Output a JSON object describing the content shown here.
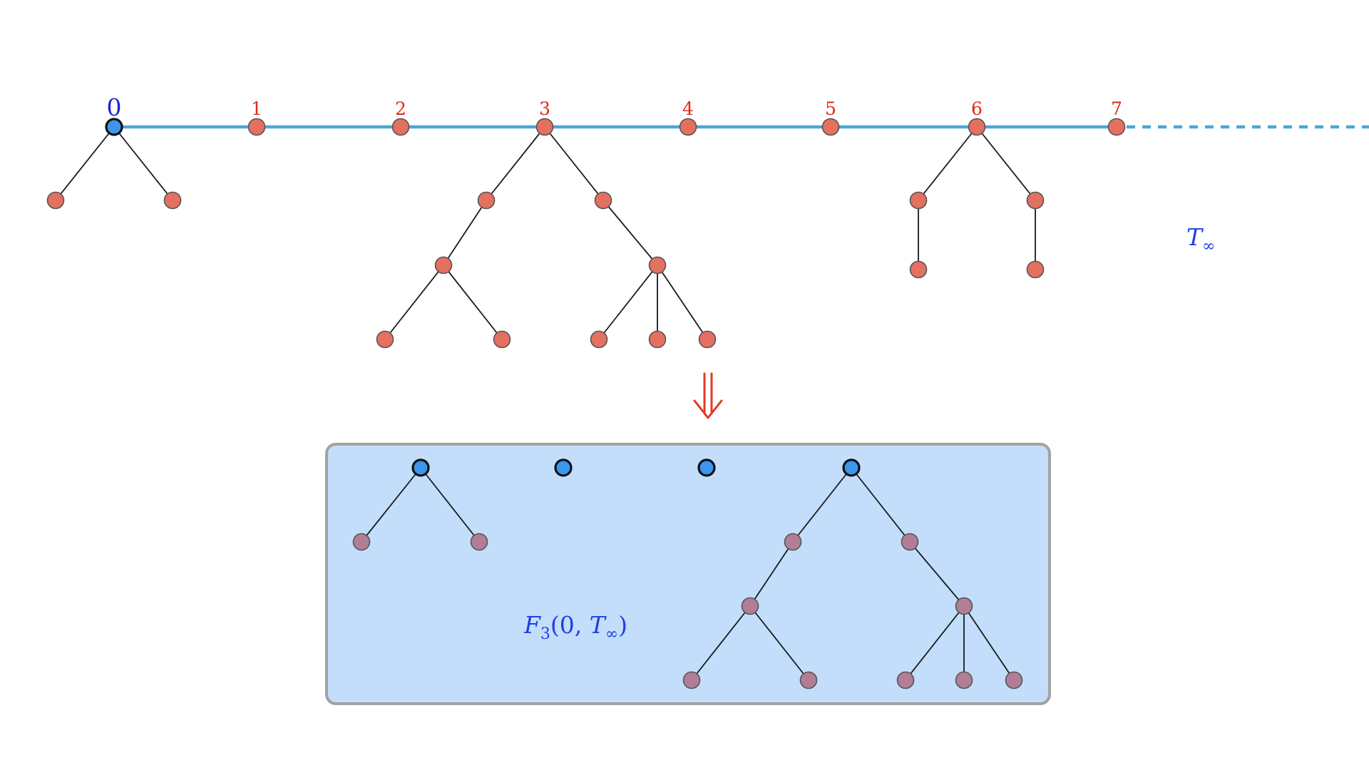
{
  "spine_labels": [
    "0",
    "1",
    "2",
    "3",
    "4",
    "5",
    "6",
    "7"
  ],
  "tree_label": {
    "main": "T",
    "sub": "∞"
  },
  "forest_label": {
    "func": "F",
    "sub": "3",
    "args_open": "(0, ",
    "tree": "T",
    "tree_sub": "∞",
    "args_close": ")"
  },
  "arrow_glyph": "double-down-arrow-icon",
  "colors": {
    "spine": "#4aa8d4",
    "spine_node": "#e47060",
    "tree_node": "#e47060",
    "forest_node": "#b27e96",
    "root_node": "#3d96ee",
    "panel_fill": "#c2defa",
    "label_red": "#dd2a1a",
    "label_blue": "#1f1fd6",
    "arrow": "#e03a22"
  }
}
